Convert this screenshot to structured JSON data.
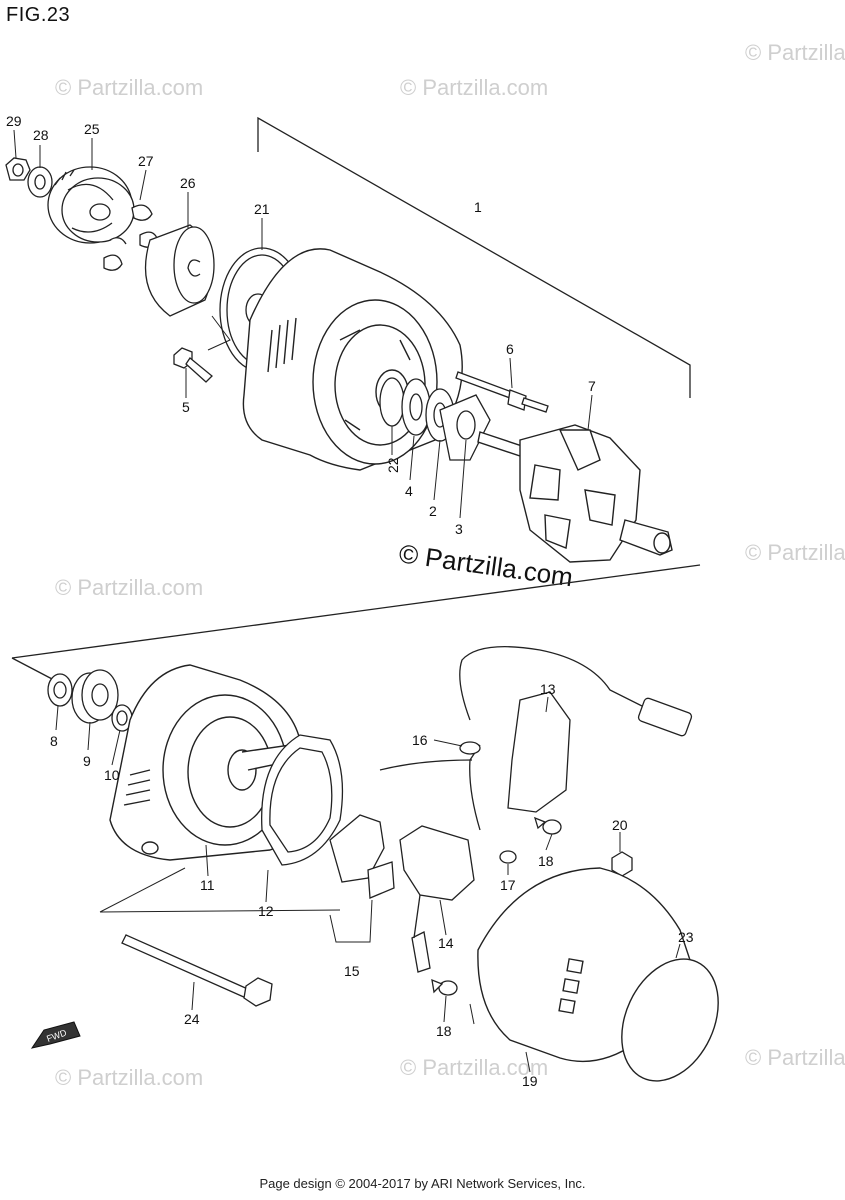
{
  "figure": {
    "title": "FIG.23"
  },
  "watermark": {
    "text": "© Partzilla.com",
    "center_text": "© Partzilla.com"
  },
  "footer": {
    "text": "Page design © 2004-2017 by ARI Network Services, Inc."
  },
  "fwd_label": "FWD",
  "callouts": [
    {
      "id": "c29",
      "num": "29"
    },
    {
      "id": "c28",
      "num": "28"
    },
    {
      "id": "c25",
      "num": "25"
    },
    {
      "id": "c27",
      "num": "27"
    },
    {
      "id": "c26",
      "num": "26"
    },
    {
      "id": "c21",
      "num": "21"
    },
    {
      "id": "c1",
      "num": "1"
    },
    {
      "id": "c5",
      "num": "5"
    },
    {
      "id": "c6",
      "num": "6"
    },
    {
      "id": "c7",
      "num": "7"
    },
    {
      "id": "c22",
      "num": "22"
    },
    {
      "id": "c4",
      "num": "4"
    },
    {
      "id": "c2",
      "num": "2"
    },
    {
      "id": "c3",
      "num": "3"
    },
    {
      "id": "c8",
      "num": "8"
    },
    {
      "id": "c9",
      "num": "9"
    },
    {
      "id": "c10",
      "num": "10"
    },
    {
      "id": "c11",
      "num": "11"
    },
    {
      "id": "c12",
      "num": "12"
    },
    {
      "id": "c13",
      "num": "13"
    },
    {
      "id": "c16",
      "num": "16"
    },
    {
      "id": "c18a",
      "num": "18"
    },
    {
      "id": "c17",
      "num": "17"
    },
    {
      "id": "c20",
      "num": "20"
    },
    {
      "id": "c14",
      "num": "14"
    },
    {
      "id": "c15",
      "num": "15"
    },
    {
      "id": "c23",
      "num": "23"
    },
    {
      "id": "c24",
      "num": "24"
    },
    {
      "id": "c18b",
      "num": "18"
    },
    {
      "id": "c19",
      "num": "19"
    }
  ]
}
